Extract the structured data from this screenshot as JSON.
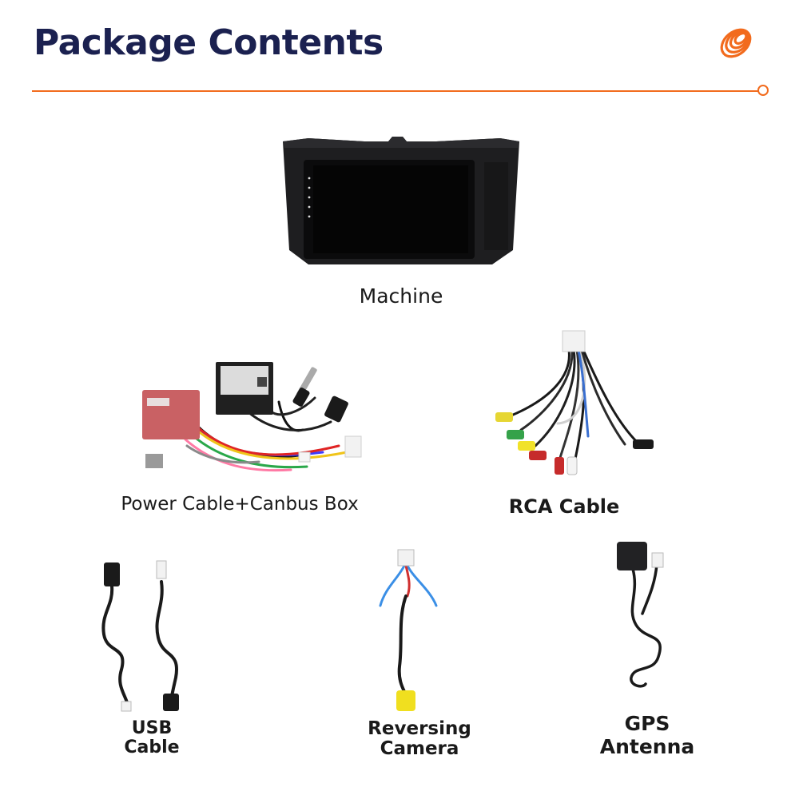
{
  "header": {
    "title": "Package Contents",
    "accent_color": "#f26b1d",
    "title_color": "#1b2150",
    "logo_icon": "orange-coil-logo-icon"
  },
  "items": [
    {
      "label": "Machine",
      "image": "car-stereo-head-unit-image"
    },
    {
      "label": "Power Cable+Canbus Box",
      "image": "wiring-harness-canbus-box-image"
    },
    {
      "label": "RCA Cable",
      "image": "rca-cable-harness-image"
    },
    {
      "label_lines": [
        "USB",
        "Cable"
      ],
      "image": "usb-cables-image"
    },
    {
      "label_lines": [
        "Reversing",
        "Camera"
      ],
      "image": "reversing-camera-cable-image"
    },
    {
      "label_lines": [
        "GPS",
        "Antenna"
      ],
      "image": "gps-antenna-image"
    }
  ]
}
